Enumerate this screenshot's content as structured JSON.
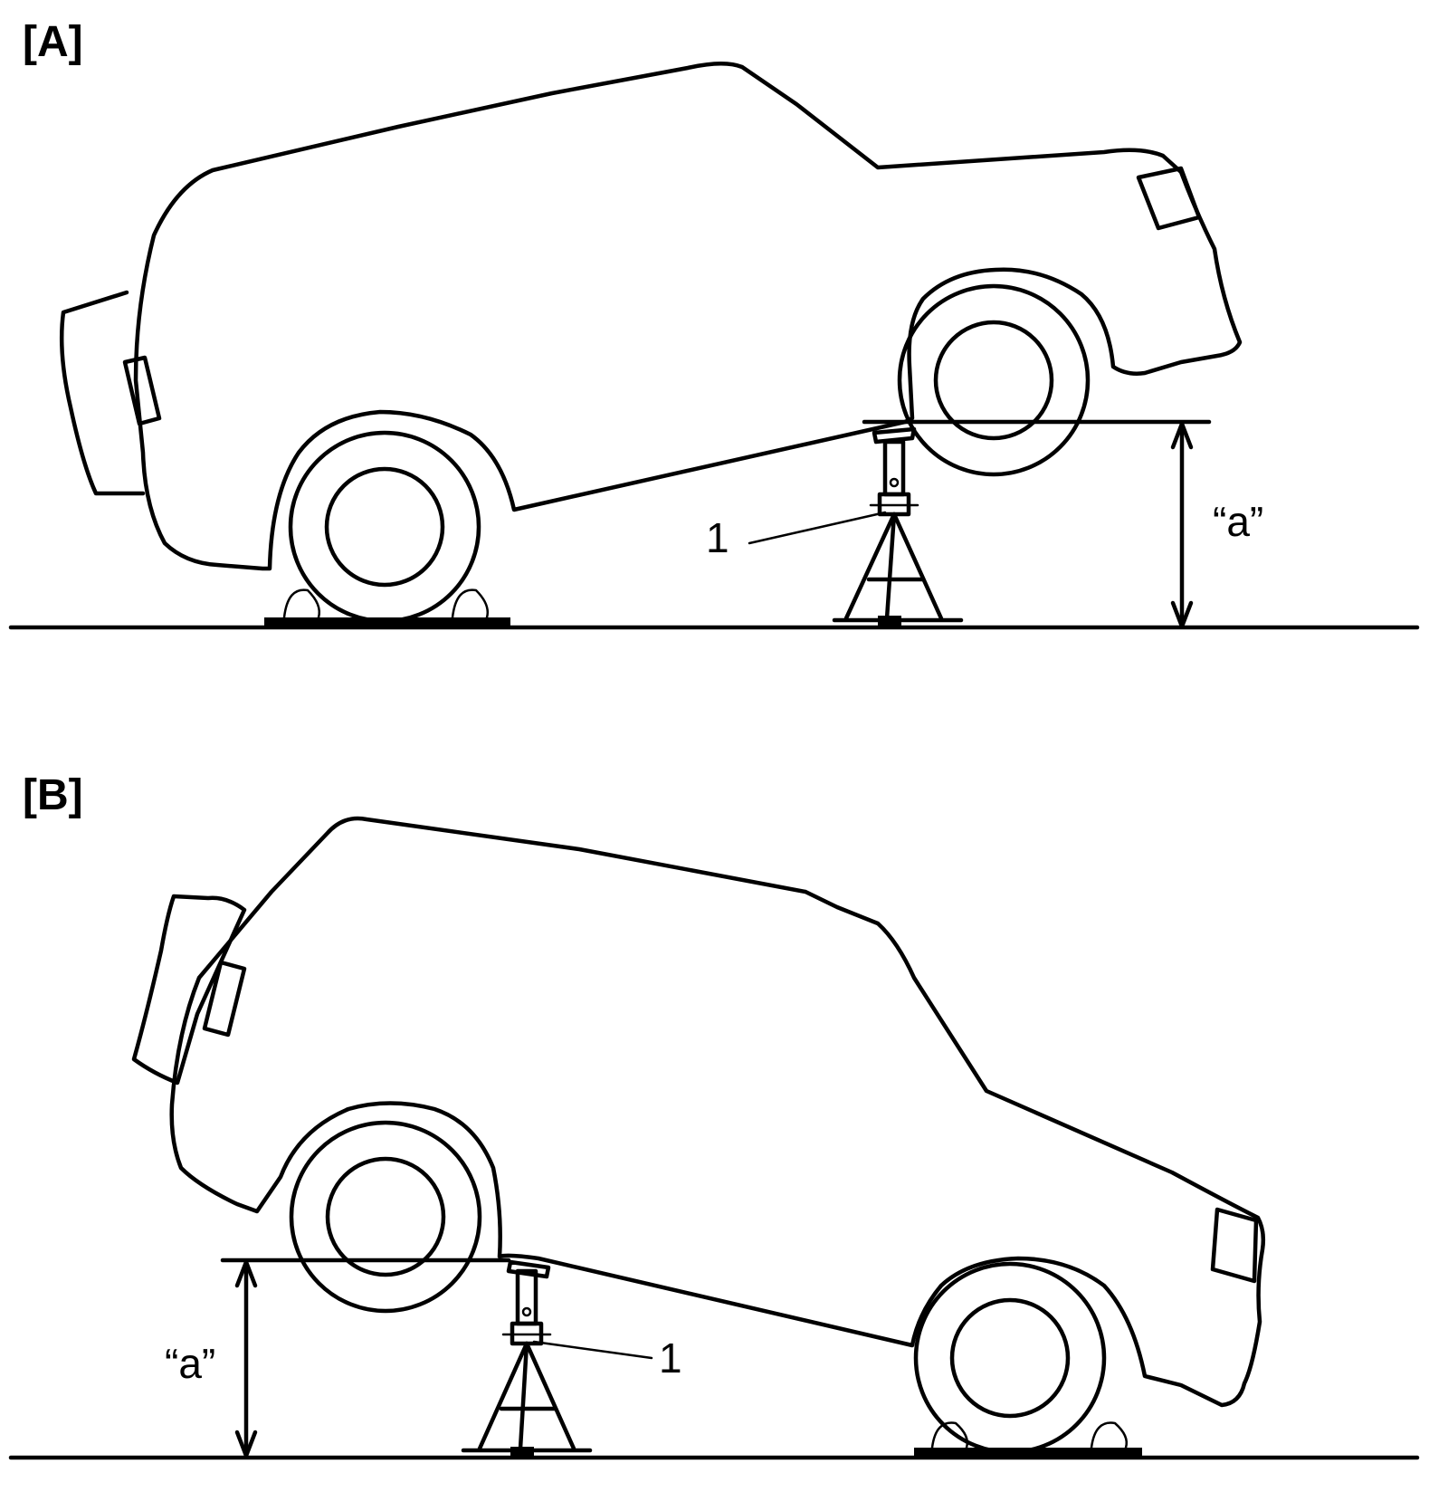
{
  "panels": [
    {
      "id": "A",
      "label": "[A]",
      "callout": "1",
      "dimension": "“a”"
    },
    {
      "id": "B",
      "label": "[B]",
      "callout": "1",
      "dimension": "“a”"
    }
  ],
  "colors": {
    "ink": "#000000",
    "paper": "#ffffff"
  }
}
